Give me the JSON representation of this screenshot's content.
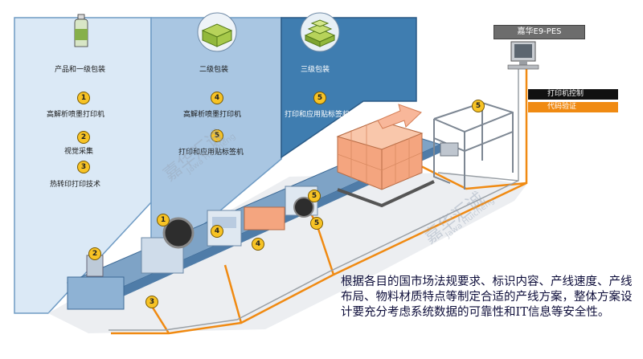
{
  "zones": [
    {
      "title": "产品和一级包装",
      "items": [
        {
          "num": "1",
          "label": "高解析喷墨打印机"
        },
        {
          "num": "2",
          "label": "视觉采集"
        },
        {
          "num": "3",
          "label": "热转印打印技术"
        }
      ]
    },
    {
      "title": "二级包装",
      "items": [
        {
          "num": "4",
          "label": "高解析喷墨打印机"
        },
        {
          "num": "5",
          "label": "打印和应用贴标签机"
        }
      ]
    },
    {
      "title": "三级包装",
      "items": [
        {
          "num": "5",
          "label": "打印和应用贴标签机"
        }
      ]
    }
  ],
  "system": {
    "name": "嘉华E9-PES",
    "control_label": "打印机控制",
    "verify_label": "代码验证"
  },
  "markers": [
    "1",
    "2",
    "3",
    "4",
    "5",
    "4",
    "5",
    "5"
  ],
  "description": "根据各目的国市场法规要求、标识内容、产线速度、产线布局、物料材质特点等制定合适的产线方案，整体方案设计要充分考虑系统数据的可靠性和IT信息等安全性。",
  "watermark": {
    "cn": "嘉华汇诚",
    "en": "Jawa Huicheng"
  },
  "colors": {
    "zone1": "#dbe9f6",
    "zone2": "#a9c6e2",
    "zone3": "#3f7db0",
    "badge": "#f7c325",
    "orange_line": "#f08a12",
    "box": "#f4a57f"
  }
}
